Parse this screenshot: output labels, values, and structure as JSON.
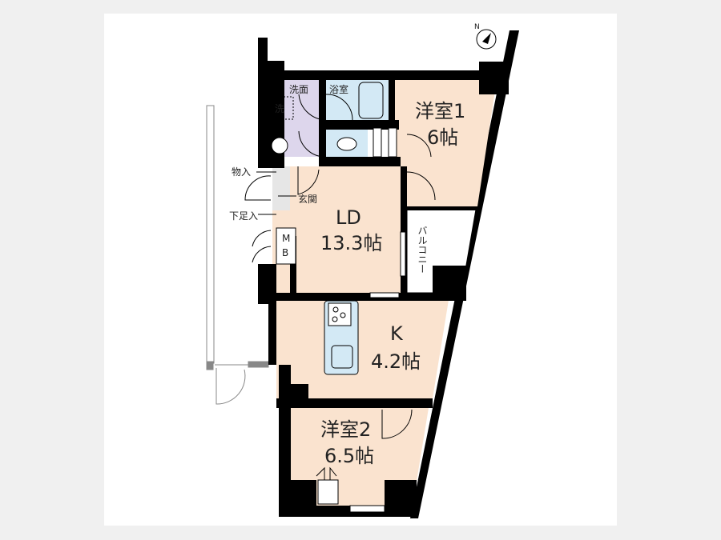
{
  "rooms": {
    "western1": {
      "name": "洋室1",
      "size": "6帖"
    },
    "ld": {
      "name": "LD",
      "size": "13.3帖"
    },
    "kitchen": {
      "name": "K",
      "size": "4.2帖"
    },
    "western2": {
      "name": "洋室2",
      "size": "6.5帖"
    },
    "washroom": "洗面",
    "bathroom": "浴室",
    "washer": "洗",
    "balcony": "バルコニー",
    "entrance": "玄関",
    "storage": "物入",
    "shoe_storage": "下足入",
    "meter_box_m": "M",
    "meter_box_b": "B"
  },
  "compass": {
    "label": "N"
  },
  "colors": {
    "room": "#fae3cf",
    "bath": "#d3e9f5",
    "wash": "#ddd6ec",
    "wall": "#000000"
  }
}
